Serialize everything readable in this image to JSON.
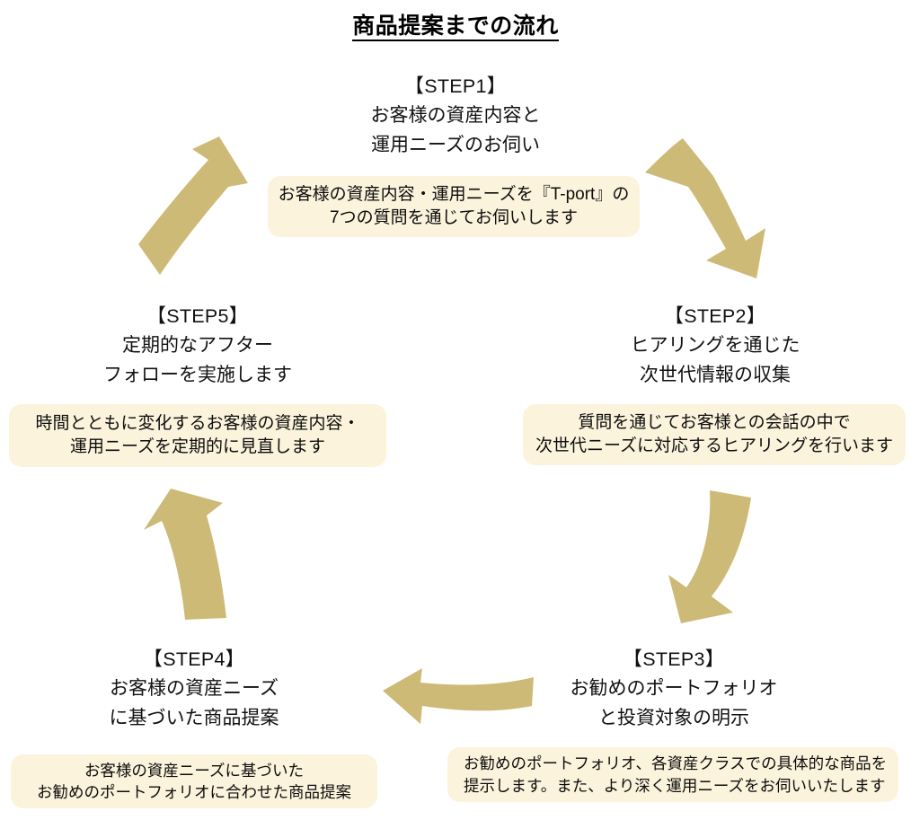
{
  "title": "商品提案までの流れ",
  "colors": {
    "arrow": "#ceba77",
    "callout_bg": "#fbf3dc",
    "text": "#000000",
    "page_bg": "#ffffff"
  },
  "steps": [
    {
      "id": "step1",
      "label": "【STEP1】",
      "heading_lines": [
        "お客様の資産内容と",
        "運用ニーズのお伺い"
      ],
      "callout_lines": [
        "お客様の資産内容・運用ニーズを『T-port』の",
        "7つの質問を通じてお伺いします"
      ],
      "callout_align": "center"
    },
    {
      "id": "step2",
      "label": "【STEP2】",
      "heading_lines": [
        "ヒアリングを通じた",
        "次世代情報の収集"
      ],
      "callout_lines": [
        "質問を通じてお客様との会話の中で",
        "次世代ニーズに対応するヒアリングを行います"
      ],
      "callout_align": "center"
    },
    {
      "id": "step3",
      "label": "【STEP3】",
      "heading_lines": [
        "お勧めのポートフォリオ",
        "と投資対象の明示"
      ],
      "callout_lines": [
        "お勧めのポートフォリオ、各資産クラスでの具体的な商品を",
        "提示します。また、より深く運用ニーズをお伺いいたします"
      ],
      "callout_align": "left"
    },
    {
      "id": "step4",
      "label": "【STEP4】",
      "heading_lines": [
        "お客様の資産ニーズ",
        "に基づいた商品提案"
      ],
      "callout_lines": [
        "お客様の資産ニーズに基づいた",
        "お勧めのポートフォリオに合わせた商品提案"
      ],
      "callout_align": "center"
    },
    {
      "id": "step5",
      "label": "【STEP5】",
      "heading_lines": [
        "定期的なアフター",
        "フォローを実施します"
      ],
      "callout_lines": [
        "時間とともに変化するお客様の資産内容・",
        "運用ニーズを定期的に見直します"
      ],
      "callout_align": "center"
    }
  ],
  "arrows": [
    {
      "id": "arrow-step1-to-step2",
      "name": "curved-arrow-down-right",
      "from": "step1",
      "to": "step2"
    },
    {
      "id": "arrow-step2-to-step3",
      "name": "curved-arrow-down-left",
      "from": "step2",
      "to": "step3"
    },
    {
      "id": "arrow-step3-to-step4",
      "name": "curved-arrow-left",
      "from": "step3",
      "to": "step4"
    },
    {
      "id": "arrow-step4-to-step5",
      "name": "curved-arrow-up",
      "from": "step4",
      "to": "step5"
    },
    {
      "id": "arrow-step5-to-step1",
      "name": "curved-arrow-up-right",
      "from": "step5",
      "to": "step1"
    }
  ]
}
